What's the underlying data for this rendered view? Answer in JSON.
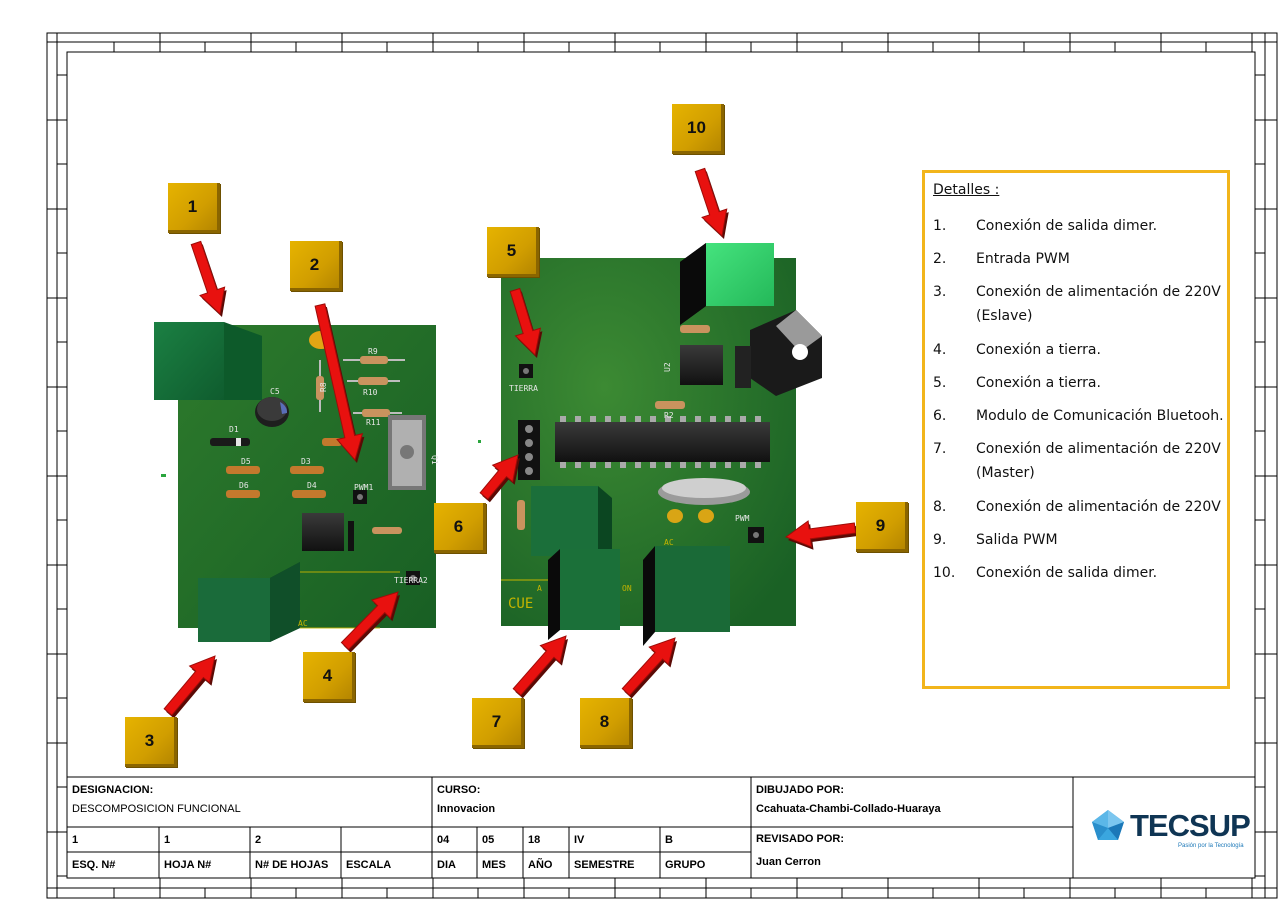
{
  "callouts": [
    "1",
    "2",
    "3",
    "4",
    "5",
    "6",
    "7",
    "8",
    "9",
    "10"
  ],
  "details": {
    "title": "Detalles :",
    "items": [
      {
        "num": "1.",
        "text": "Conexión de salida  dimer."
      },
      {
        "num": "2.",
        "text": "Entrada PWM"
      },
      {
        "num": "3.",
        "text": "Conexión de alimentación de 220V (Eslave)"
      },
      {
        "num": "4.",
        "text": "Conexión a tierra."
      },
      {
        "num": "5.",
        "text": "Conexión  a tierra."
      },
      {
        "num": "6.",
        "text": "Modulo de Comunicación Bluetooh."
      },
      {
        "num": "7.",
        "text": "Conexión de alimentación de 220V (Master)"
      },
      {
        "num": "8.",
        "text": "Conexión de alimentación de 220V"
      },
      {
        "num": "9.",
        "text": "Salida PWM"
      },
      {
        "num": "10.",
        "text": "Conexión de salida  dimer."
      }
    ]
  },
  "pcb_left": {
    "silk": [
      "R9",
      "R8",
      "R10",
      "R11",
      "C5",
      "D1",
      "D5",
      "D3",
      "D6",
      "D4",
      "PWM1",
      "TIERRA2",
      "AC",
      "Q1"
    ]
  },
  "pcb_right": {
    "silk": [
      "TIERRA",
      "U2",
      "R2",
      "PWM",
      "AC",
      "CUE",
      "ON",
      "A"
    ]
  },
  "title_block": {
    "designacion_label": "DESIGNACION:",
    "designacion_value": "DESCOMPOSICION FUNCIONAL",
    "curso_label": "CURSO:",
    "curso_value": "Innovacion",
    "dibujado_label": "DIBUJADO POR:",
    "dibujado_value": "Ccahuata-Chambi-Collado-Huaraya",
    "revisado_label": "REVISADO POR:",
    "revisado_value": "Juan  Cerron",
    "esq_value": "1",
    "hoja_value": "1",
    "hojas_value": "2",
    "dia_value": "04",
    "mes_value": "05",
    "anio_value": "18",
    "semestre_value": "IV",
    "grupo_value": "B",
    "headers": [
      "ESQ. N#",
      "HOJA N#",
      "N# DE HOJAS",
      "ESCALA",
      "DIA",
      "MES",
      "AÑO",
      "SEMESTRE",
      "GRUPO"
    ],
    "logo_text": "TECSUP",
    "logo_tagline": "Pasión por la Tecnología"
  },
  "colors": {
    "pcb": "#1f6b2a",
    "connector": "#17743a",
    "callout_bg": "#d9a900",
    "arrow": "#e8110f",
    "details_border": "#f2b51b"
  }
}
